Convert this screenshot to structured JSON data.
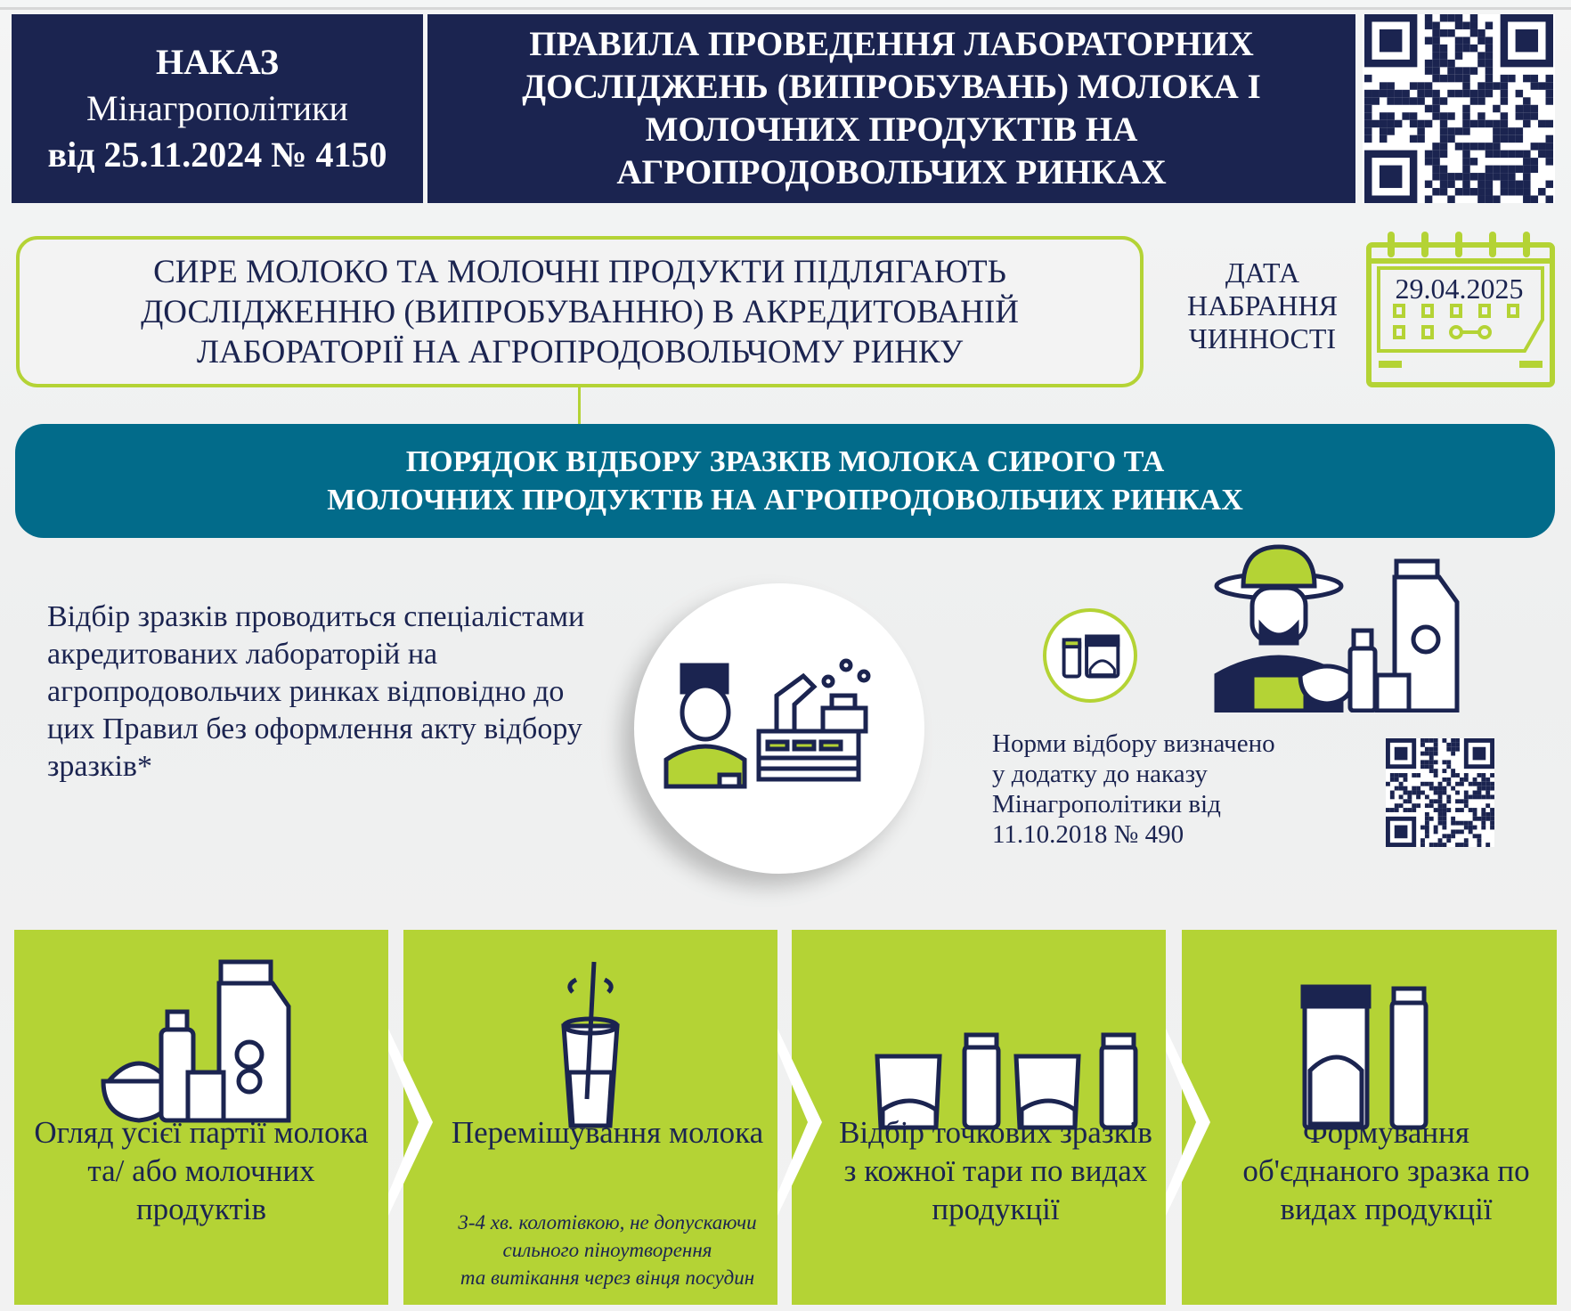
{
  "header": {
    "order_line1": "НАКАЗ",
    "order_line2": "Мінагрополітики",
    "order_line3": "від 25.11.2024 № 4150",
    "title_lines": [
      "ПРАВИЛА ПРОВЕДЕННЯ ЛАБОРАТОРНИХ",
      "ДОСЛІДЖЕНЬ (ВИПРОБУВАНЬ) МОЛОКА І",
      "МОЛОЧНИХ ПРОДУКТІВ НА",
      "АГРОПРОДОВОЛЬЧИХ РИНКАХ"
    ]
  },
  "rule": {
    "lines": [
      "СИРЕ МОЛОКО ТА МОЛОЧНІ ПРОДУКТИ ПІДЛЯГАЮТЬ",
      "ДОСЛІДЖЕННЮ (ВИПРОБУВАННЮ) В АКРЕДИТОВАНІЙ",
      "ЛАБОРАТОРІЇ НА АГРОПРОДОВОЛЬЧОМУ РИНКУ"
    ]
  },
  "effective": {
    "label_lines": [
      "ДАТА",
      "НАБРАННЯ",
      "ЧИННОСТІ"
    ],
    "date": "29.04.2025"
  },
  "procedure": {
    "lines": [
      "ПОРЯДОК ВІДБОРУ ЗРАЗКІВ МОЛОКА СИРОГО ТА",
      "МОЛОЧНИХ ПРОДУКТІВ НА АГРОПРОДОВОЛЬЧИХ РИНКАХ"
    ]
  },
  "sampling_text": "Відбір зразків проводиться спеціалістами акредитованих лабораторій на агропродовольчих ринках відповідно до цих Правил без оформлення акту відбору зразків*",
  "norms": {
    "lines": [
      "Норми відбору визначено",
      "у додатку до наказу",
      "Мінагрополітики від",
      "11.10.2018  № 490"
    ]
  },
  "steps": [
    {
      "title": "Огляд усієї партії молока та/ або молочних продуктів",
      "icon": "dairy-products-icon"
    },
    {
      "title": "Перемішування молока",
      "sub_lines": [
        "3-4 хв. колотівкою, не допускаючи",
        "сильного піноутворення",
        "та витікання через вінця посудин"
      ],
      "icon": "stirring-glass-icon"
    },
    {
      "title": "Відбір точкових зразків з кожної тари по видах продукції",
      "icon": "sample-containers-icon"
    },
    {
      "title": "Формування об'єднаного зразка по видах продукції",
      "icon": "combined-sample-icon"
    }
  ],
  "colors": {
    "navy": "#1b2450",
    "green": "#b4d335",
    "teal": "#026b8a"
  }
}
